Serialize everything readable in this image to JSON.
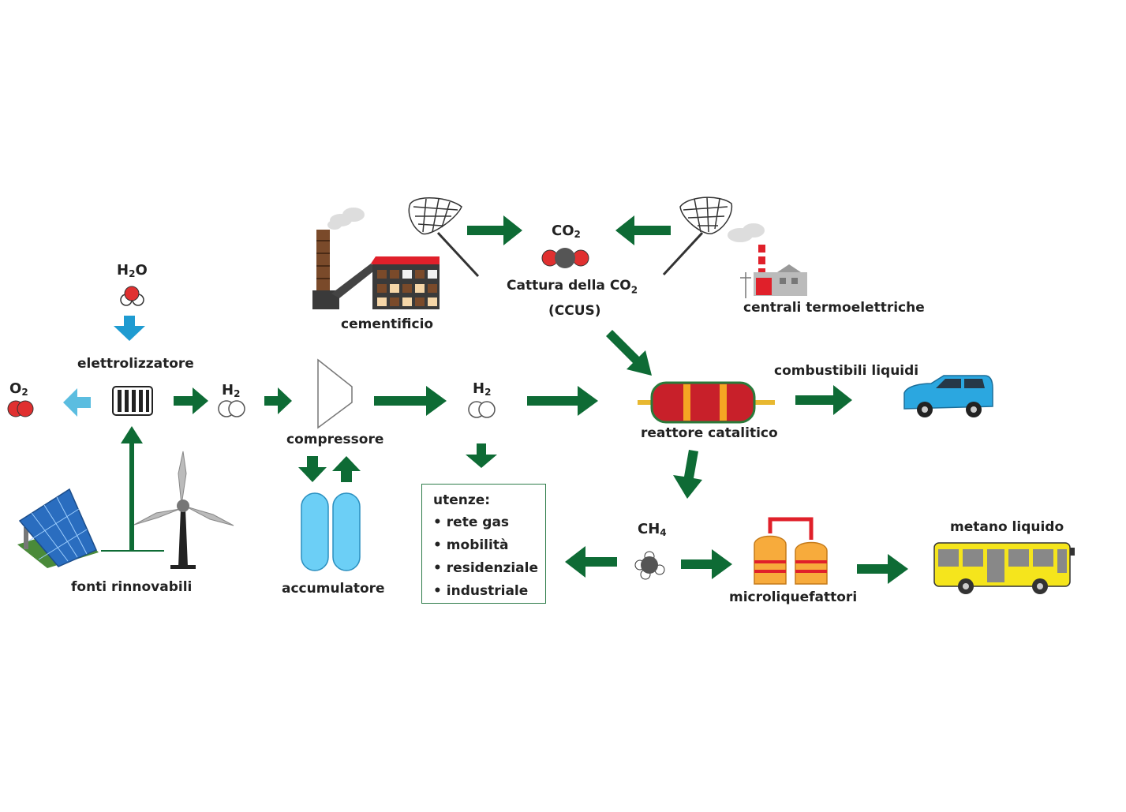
{
  "labels": {
    "h2o": "H",
    "h2o_sub": "2",
    "h2o_tail": "O",
    "o2": "O",
    "o2_sub": "2",
    "h2_a": "H",
    "h2_a_sub": "2",
    "h2_b": "H",
    "h2_b_sub": "2",
    "co2": "CO",
    "co2_sub": "2",
    "ch4": "CH",
    "ch4_sub": "4",
    "electrolyzer": "elettrolizzatore",
    "renewables": "fonti rinnovabili",
    "compressor": "compressore",
    "storage": "accumulatore",
    "cement": "cementificio",
    "ccus_line1": "Cattura della CO",
    "ccus_line1_sub": "2",
    "ccus_line2": "(CCUS)",
    "thermo": "centrali termoelettriche",
    "reactor": "reattore catalitico",
    "liquid_fuels": "combustibili liquidi",
    "microliq": "microliquefattori",
    "lng": "metano liquido"
  },
  "uses": {
    "title": "utenze:",
    "items": [
      "rete gas",
      "mobilità",
      "residenziale",
      "industriale"
    ]
  },
  "colors": {
    "flow_arrow": "#0e6b35",
    "water_arrow": "#1f9bd1",
    "oxygen_arrow": "#5bbde0",
    "oxygen_red": "#e03030",
    "reactor_red": "#c8202a",
    "reactor_stripe": "#f5a623",
    "tank_blue": "#6ccff6",
    "car_blue": "#2ba7e0",
    "bus_yellow": "#f5e51c",
    "liquefier_orange": "#f7ab3c"
  }
}
